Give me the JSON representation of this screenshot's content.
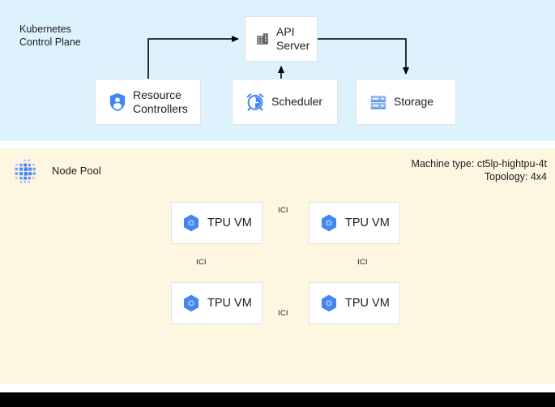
{
  "control_plane": {
    "title": "Kubernetes\nControl Plane",
    "background_color": "#ddf2fd",
    "cards": [
      {
        "id": "api-server",
        "label": "API\nServer",
        "icon": "building-icon"
      },
      {
        "id": "resource-controllers",
        "label": "Resource\nControllers",
        "icon": "shield-person-icon"
      },
      {
        "id": "scheduler",
        "label": "Scheduler",
        "icon": "alarm-clock-icon"
      },
      {
        "id": "storage",
        "label": "Storage",
        "icon": "server-rack-icon"
      }
    ],
    "connections": [
      {
        "from": "resource-controllers",
        "to": "api-server",
        "direction": "one-way"
      },
      {
        "from": "scheduler",
        "to": "api-server",
        "direction": "one-way"
      },
      {
        "from": "api-server",
        "to": "storage",
        "direction": "one-way"
      }
    ]
  },
  "node_pool": {
    "label": "Node Pool",
    "icon": "node-cluster-icon",
    "background_color": "#fdf6e1",
    "machine_type_line": "Machine type: ct5lp-hightpu-4t",
    "topology_line": "Topology: 4x4",
    "vms": [
      {
        "id": "tpu-vm-0",
        "label": "TPU VM",
        "icon": "tpu-hexagon-icon"
      },
      {
        "id": "tpu-vm-1",
        "label": "TPU VM",
        "icon": "tpu-hexagon-icon"
      },
      {
        "id": "tpu-vm-2",
        "label": "TPU VM",
        "icon": "tpu-hexagon-icon"
      },
      {
        "id": "tpu-vm-3",
        "label": "TPU VM",
        "icon": "tpu-hexagon-icon"
      }
    ],
    "interconnects": [
      {
        "id": "ici-top",
        "label": "ICI",
        "between": [
          "tpu-vm-0",
          "tpu-vm-1"
        ],
        "direction": "two-way"
      },
      {
        "id": "ici-bottom",
        "label": "ICI",
        "between": [
          "tpu-vm-2",
          "tpu-vm-3"
        ],
        "direction": "two-way"
      },
      {
        "id": "ici-left",
        "label": "ICI",
        "between": [
          "tpu-vm-0",
          "tpu-vm-2"
        ],
        "direction": "two-way"
      },
      {
        "id": "ici-right",
        "label": "ICI",
        "between": [
          "tpu-vm-1",
          "tpu-vm-3"
        ],
        "direction": "two-way"
      }
    ]
  },
  "colors": {
    "accent_blue": "#4285f4",
    "icon_blue_light": "#8ab4f8",
    "icon_grey": "#5f6368",
    "line": "#000000",
    "card_border": "#e3e3e3",
    "bottom_bar": "#000000"
  }
}
